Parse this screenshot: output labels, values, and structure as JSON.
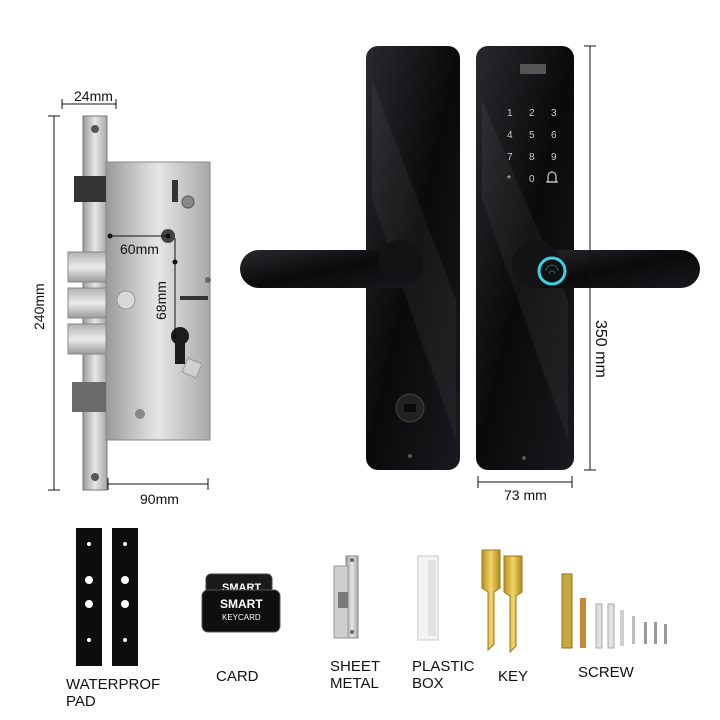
{
  "dimensions": {
    "lock_body_thickness": "24mm",
    "backset": "60mm",
    "cylinder_center": "68mm",
    "lock_body_height": "240mm",
    "lock_body_width": "90mm",
    "handle_height": "350 mm",
    "handle_width": "73 mm"
  },
  "keypad_keys": [
    "1",
    "2",
    "3",
    "4",
    "5",
    "6",
    "7",
    "8",
    "9",
    "*",
    "0"
  ],
  "card_text": {
    "line1": "SMART",
    "line2": "KEYCARD",
    "back": "SMART"
  },
  "accessories": {
    "waterproof_pad": [
      "WATERPROF",
      "PAD"
    ],
    "card": "CARD",
    "sheet_metal": [
      "SHEET",
      "METAL"
    ],
    "plastic_box": [
      "PLASTIC",
      "BOX"
    ],
    "key": "KEY",
    "screw": "SCREW"
  },
  "colors": {
    "lock_black": "#0b0b0d",
    "mortise_steel": "#c9c9c9",
    "brass": "#d6b23a",
    "fingerprint_ring": "#3fd0e0"
  }
}
